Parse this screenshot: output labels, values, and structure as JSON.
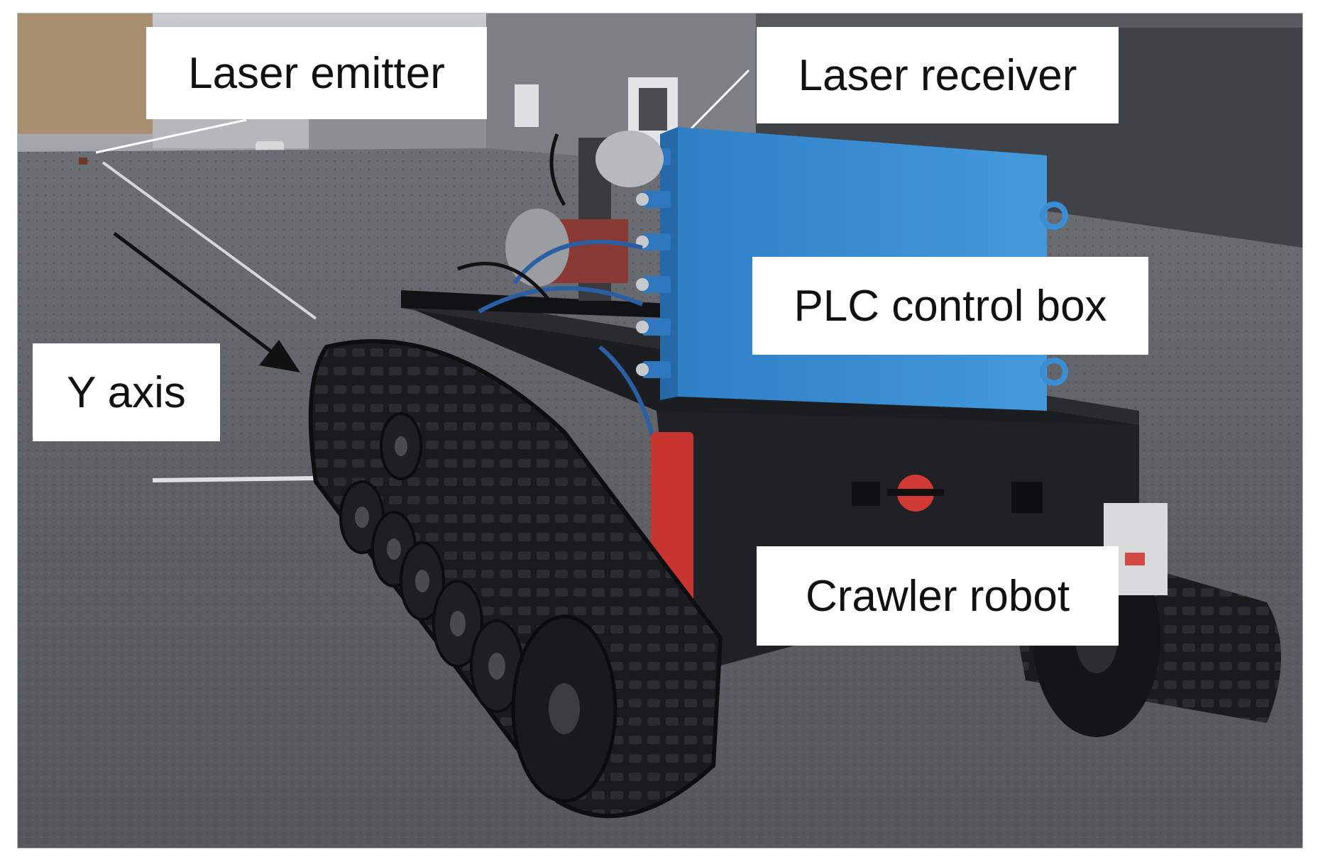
{
  "labels": {
    "laser_emitter": "Laser emitter",
    "laser_receiver": "Laser receiver",
    "plc_control_box": "PLC control box",
    "y_axis": "Y axis",
    "crawler_robot": "Crawler robot"
  },
  "colors": {
    "robot_box_blue": "#3a8fd4",
    "robot_body_black": "#1c1d20",
    "valve_red": "#c8342f",
    "pavement_gray": "#5a5c60",
    "label_background": "#ffffff"
  }
}
